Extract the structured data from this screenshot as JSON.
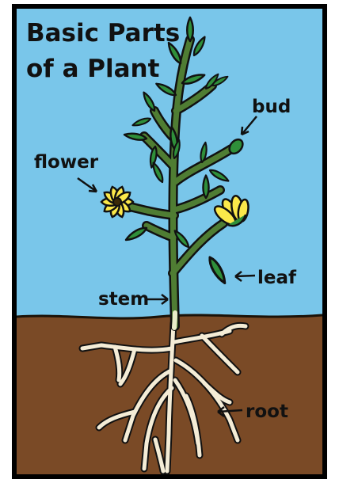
{
  "title": {
    "line1": "Basic Parts",
    "line2": "of a Plant"
  },
  "labels": {
    "bud": "bud",
    "flower": "flower",
    "leaf": "leaf",
    "stem": "stem",
    "root": "root"
  },
  "colors": {
    "sky": "#79c6ea",
    "soil": "#7a4a26",
    "ground_line": "#1b1208",
    "stem": "#4f7d33",
    "leaf": "#2f8f3a",
    "leaf_dark": "#1c5e24",
    "petal": "#fbe84a",
    "flower_center": "#3b2a08",
    "root": "#f4ecd6",
    "frame": "#000000"
  }
}
